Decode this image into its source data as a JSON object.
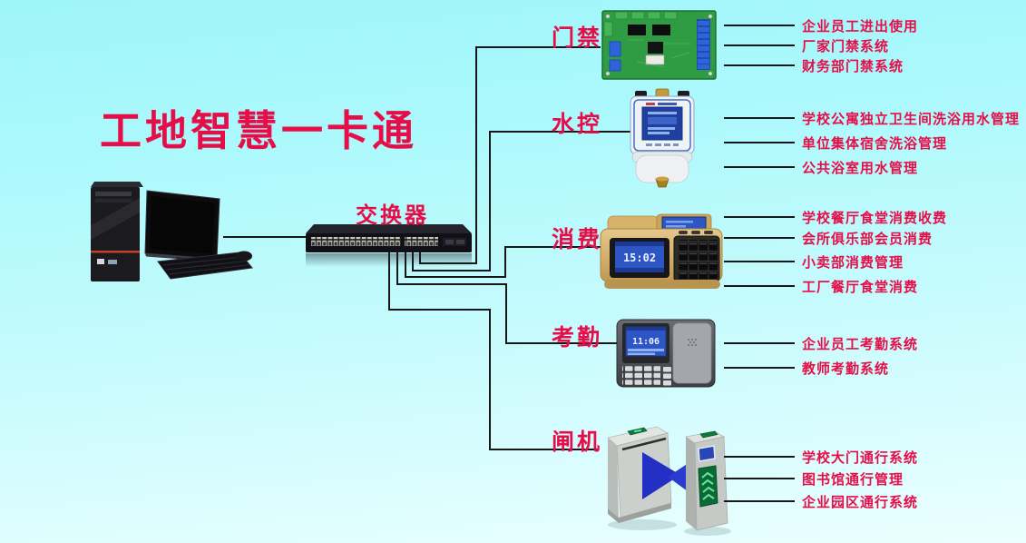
{
  "title": "工地智慧一卡通",
  "switch_label": "交换器",
  "branches": [
    {
      "label": "门禁",
      "items": [
        "企业员工进出使用",
        "厂家门禁系统",
        "财务部门禁系统"
      ]
    },
    {
      "label": "水控",
      "items": [
        "学校公寓独立卫生间洗浴用水管理",
        "单位集体宿舍洗浴管理",
        "公共浴室用水管理"
      ]
    },
    {
      "label": "消费",
      "items": [
        "学校餐厅食堂消费收费",
        "会所俱乐部会员消费",
        "小卖部消费管理",
        "工厂餐厅食堂消费"
      ]
    },
    {
      "label": "考勤",
      "items": [
        "企业员工考勤系统",
        "教师考勤系统"
      ]
    },
    {
      "label": "闸机",
      "items": [
        "学校大门通行系统",
        "图书馆通行管理",
        "企业园区通行系统"
      ]
    }
  ],
  "devices": {
    "pos_time": "15:02",
    "attendance_time": "11:06"
  },
  "colors": {
    "accent_red": "#e60e48",
    "line": "#171717",
    "bg_top": "#9ef5fa",
    "bg_bottom": "#ebffff"
  }
}
